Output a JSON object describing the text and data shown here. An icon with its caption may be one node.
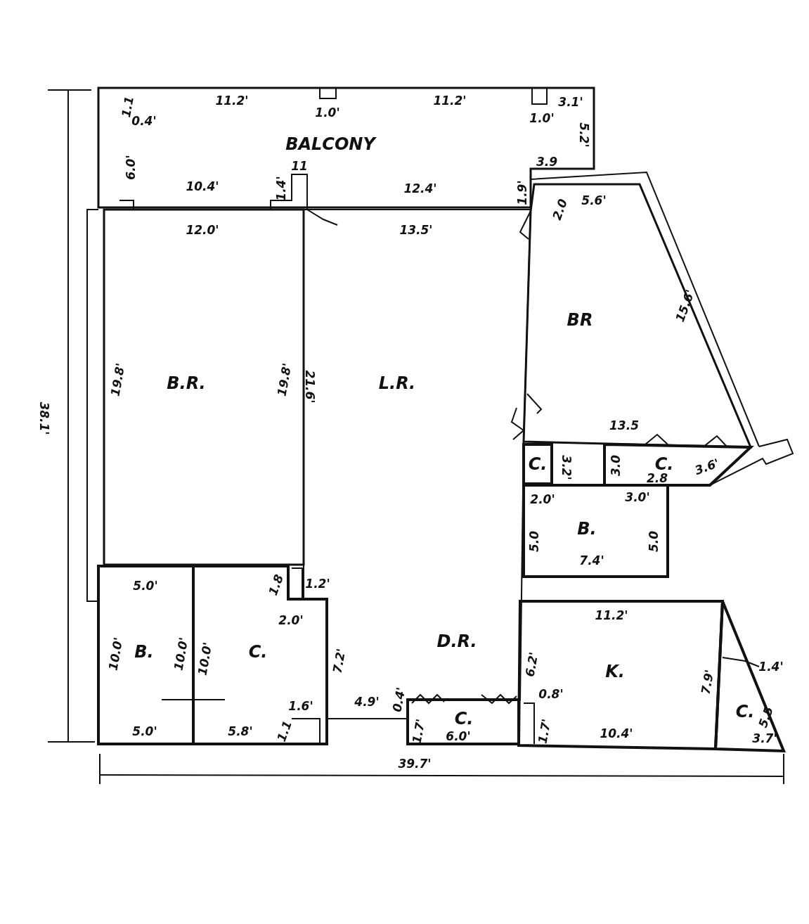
{
  "diagram": {
    "nodes": [
      {
        "text": [
          "BALCONY"
        ]
      },
      {
        "text": [
          "B.R."
        ]
      },
      {
        "text": [
          "L.R.",
          "D.R."
        ]
      },
      {
        "text": [
          "BR"
        ]
      },
      {
        "text": [
          "C."
        ]
      },
      {
        "text": [
          "C."
        ]
      },
      {
        "text": [
          "B."
        ]
      },
      {
        "text": [
          "B."
        ]
      },
      {
        "text": [
          "C."
        ]
      },
      {
        "text": [
          "C."
        ]
      },
      {
        "text": [
          "K."
        ]
      },
      {
        "text": [
          "C."
        ]
      }
    ],
    "labels": [
      "1.1",
      "11.2'",
      "1.0'",
      "11.2'",
      "1.0'",
      "3.1'",
      "0.4'",
      "5.2'",
      "6.0'",
      "3.9",
      "1.4'",
      "11",
      "10.4'",
      "12.4'",
      "1.9'",
      "2.0",
      "5.6'",
      "12.0'",
      "13.5'",
      "15.6'",
      "19.8'",
      "19.8'",
      "21.6'",
      "38.1'",
      "13.5",
      "3.2'",
      "3.0",
      "2.8",
      "3.6'",
      "2.0'",
      "3.0'",
      "5.0",
      "5.0",
      "7.4'",
      "5.0'",
      "1.8",
      "1.2'",
      "2.0'",
      "11.2'",
      "10.0'",
      "10.0'",
      "10.0'",
      "7.2'",
      "6.2'",
      "1.4'",
      "7.9'",
      "0.4'",
      "4.9'",
      "1.6'",
      "0.8'",
      "5.5",
      "1.1",
      "1.7'",
      "1.7'",
      "5.0'",
      "5.8'",
      "6.0'",
      "10.4'",
      "3.7'",
      "39.7'"
    ]
  }
}
